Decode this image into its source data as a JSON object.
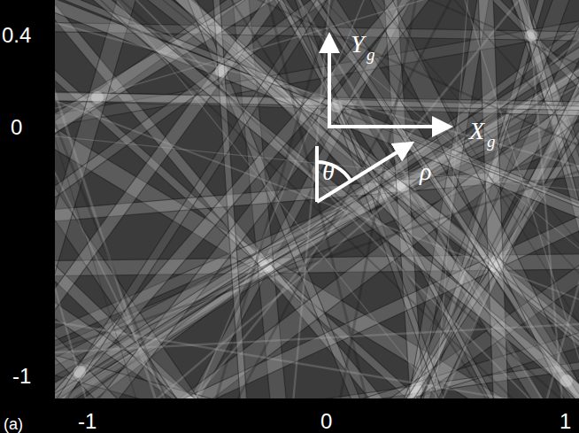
{
  "diagram": {
    "labels": [
      "0.4",
      "0",
      "-1",
      "-1",
      "0",
      "1",
      "Y",
      "g",
      "X",
      "g",
      "θ",
      "ρ",
      "(a)"
    ]
  }
}
